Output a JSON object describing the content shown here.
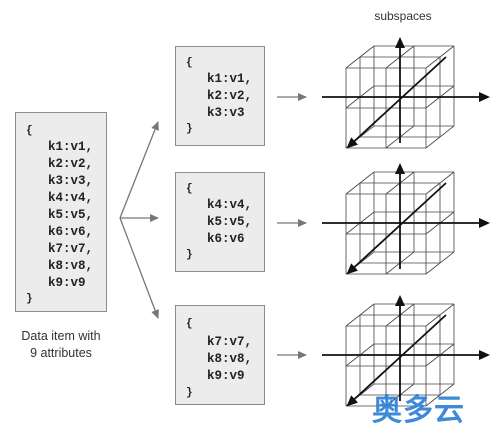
{
  "source_box": {
    "open_brace": "{",
    "close_brace": "}",
    "pairs": [
      "k1:v1,",
      "k2:v2,",
      "k3:v3,",
      "k4:v4,",
      "k5:v5,",
      "k6:v6,",
      "k7:v7,",
      "k8:v8,",
      "k9:v9"
    ]
  },
  "caption": {
    "line1": "Data item with",
    "line2": "9 attributes"
  },
  "subspaces_label": "subspaces",
  "subsets": [
    {
      "open_brace": "{",
      "close_brace": "}",
      "pairs": [
        "k1:v1,",
        "k2:v2,",
        "k3:v3"
      ]
    },
    {
      "open_brace": "{",
      "close_brace": "}",
      "pairs": [
        "k4:v4,",
        "k5:v5,",
        "k6:v6"
      ]
    },
    {
      "open_brace": "{",
      "close_brace": "}",
      "pairs": [
        "k7:v7,",
        "k8:v8,",
        "k9:v9"
      ]
    }
  ],
  "watermark": "奥多云",
  "colors": {
    "box_fill": "#ececec",
    "box_border": "#8c8c8c",
    "arrow": "#777777",
    "cube_lines": "#444444",
    "axes": "#111111",
    "watermark": "#2f7fd6"
  }
}
